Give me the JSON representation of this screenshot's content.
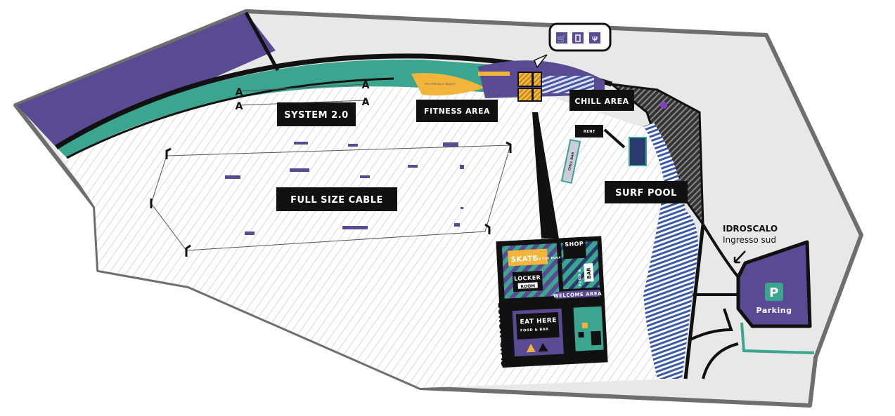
{
  "map": {
    "labels": {
      "system": "SYSTEM 2.0",
      "fitness": "FITNESS AREA",
      "chill": "CHILL AREA",
      "full_size_cable": "FULL SIZE CABLE",
      "surf_pool": "SURF POOL",
      "club_house": "CLUB HOUSE",
      "pet_beach": "PET FRIENDLY BEACH",
      "rent": "RENT",
      "chill_bar": "CHILL BAR"
    },
    "club_house": {
      "skate": "SKATE",
      "skate_sub": "ON THE ROOF",
      "locker": "LOCKER",
      "room": "ROOM",
      "shop": "SHOP",
      "food": "FOOD &",
      "bar": "BAR",
      "welcome": "WELCOME AREA",
      "eat_here": "EAT HERE",
      "food_bar": "FOOD & BAR"
    },
    "entrance": {
      "title": "IDROSCALO",
      "subtitle": "Ingresso sud"
    },
    "parking": {
      "symbol": "P",
      "label": "Parking"
    },
    "amenity_icons": [
      "cart-icon",
      "drink-icon",
      "restaurant-icon"
    ],
    "colors": {
      "purple": "#5a4a94",
      "teal": "#3ca58f",
      "yellow": "#f2b53a",
      "blue": "#3b5aa6",
      "gray": "#e6e6e6",
      "border": "#6e6e6e"
    }
  }
}
